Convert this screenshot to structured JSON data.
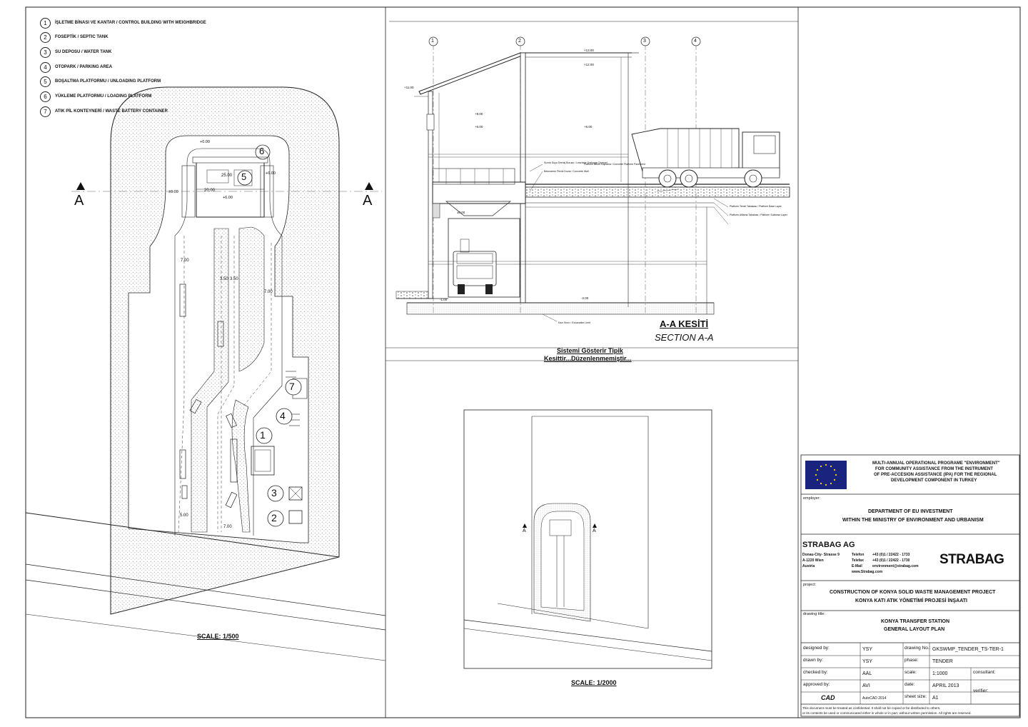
{
  "legend": [
    {
      "num": "1",
      "text": "İŞLETME BİNASI VE KANTAR / CONTROL BUILDING WITH WEIGHBRIDGE"
    },
    {
      "num": "2",
      "text": "FOSEPTİK / SEPTIC TANK"
    },
    {
      "num": "3",
      "text": "SU DEPOSU / WATER TANK"
    },
    {
      "num": "4",
      "text": "OTOPARK / PARKING AREA"
    },
    {
      "num": "5",
      "text": "BOŞALTMA PLATFORMU / UNLOADING PLATFORM"
    },
    {
      "num": "6",
      "text": "YÜKLEME PLATFORMU / LOADING PLATFORM"
    },
    {
      "num": "7",
      "text": "ATIK PİL KONTEYNERİ / WASTE BATTERY CONTAINER"
    }
  ],
  "plan": {
    "section_mark": "A",
    "scale": "SCALE: 1/500",
    "labels": [
      "+0.00",
      "+6.00",
      "±0.00",
      "+6.00",
      "25.00",
      "20.00",
      "7.00",
      "7.00",
      "3.50",
      "3.50",
      "5.00",
      "7.00",
      "6",
      "5",
      "7",
      "4",
      "1",
      "3",
      "2"
    ]
  },
  "section": {
    "axes": [
      "1",
      "2",
      "3",
      "4"
    ],
    "title_tr": "A-A KESİTİ",
    "title_en": "SECTION A-A",
    "note_line1": "Sistemi Gösterir Tipik",
    "note_line2": "Kesittir...Düzenlenmemiştir...",
    "levels": [
      "+13.00",
      "+12.00",
      "+11.00",
      "+8.00",
      "+6.00",
      "+6.00",
      "±0.00",
      "-1.00",
      "-2.00"
    ],
    "notes": [
      "Sızıntı Suyu Drenaj Borusu / Leachate Drainage Channel",
      "Betonarme Perde Duvar / Concrete Wall",
      "Platform Beton Kaplama / Concrete Platform Pavement",
      "Platform Temel Tabakası / Platform Base Layer",
      "Platform Altlama Tabakası / Platform Subbase Layer",
      "Kazı Sınırı / Excavation Limit"
    ]
  },
  "small_plan": {
    "scale": "SCALE: 1/2000",
    "section_mark": "A"
  },
  "title_block": {
    "programme": [
      "MULTI-ANNUAL OPERATIONAL PROGRAME \"ENVIRONMENT\"",
      "FOR COMMUNITY ASSISTANCE FROM THE INSTRUMENT",
      "OF PRE-ACCESION ASSISTANCE (IPA) FOR THE REGIONAL",
      "DEVELOPMENT COMPONENT IN TURKEY"
    ],
    "employer_label": "employer:",
    "employer": [
      "DEPARTMENT OF EU INVESTMENT",
      "WITHIN THE MINISTRY OF ENVIRONMENT AND URBANISM"
    ],
    "company": "STRABAG AG",
    "address": [
      "Donau-City- Strasse 9",
      "A-1220 Wien",
      "Austria"
    ],
    "contact_labels": [
      "Telefon",
      "Telefax",
      "E-Mail"
    ],
    "contact_values": [
      "+43 (0)1 / 22422 - 1733",
      "+43 (0)1 / 22422 - 1730",
      "environment@strabag.com",
      "www.Strabag.com"
    ],
    "logo": "STRABAG",
    "project_label": "project:",
    "project": [
      "CONSTRUCTION OF KONYA SOLID WASTE MANAGEMENT PROJECT",
      "KONYA KATI ATIK YÖNETİMİ PROJESİ İNŞAATI"
    ],
    "drawing_title_label": "drawing title:",
    "drawing_title": [
      "KONYA TRANSFER STATION",
      "GENERAL LAYOUT PLAN"
    ],
    "rows": [
      {
        "l1": "designed by:",
        "v1": "YSY",
        "l2": "drawing No.:",
        "v2": "GKSWMP_TENDER_TS-TER-1",
        "l3": "",
        "v3": ""
      },
      {
        "l1": "drawn by:",
        "v1": "YSY",
        "l2": "phase:",
        "v2": "TENDER",
        "l3": "",
        "v3": ""
      },
      {
        "l1": "checked by:",
        "v1": "AAL",
        "l2": "scale:",
        "v2": "1:1000",
        "l3": "consultant:",
        "v3": ""
      },
      {
        "l1": "approved by:",
        "v1": "AVI",
        "l2": "date:",
        "v2": "APRIL 2013",
        "l3": "verifier:",
        "v3": ""
      },
      {
        "l1": "CAD",
        "v1": "AutoCAD 2014",
        "l2": "sheet size:",
        "v2": "A1",
        "l3": "",
        "v3": ""
      }
    ],
    "disclaimer": [
      "This document must be treated as confidential. It shall not be copied or be distributed to others,",
      "or its contents be used or communicated either in whole or in part, without written permission.  All rights are reserved."
    ]
  },
  "colors": {
    "line": "#222222",
    "hatch": "#9a9a9a",
    "flag": "#1a237e",
    "star": "#ffdd00"
  }
}
